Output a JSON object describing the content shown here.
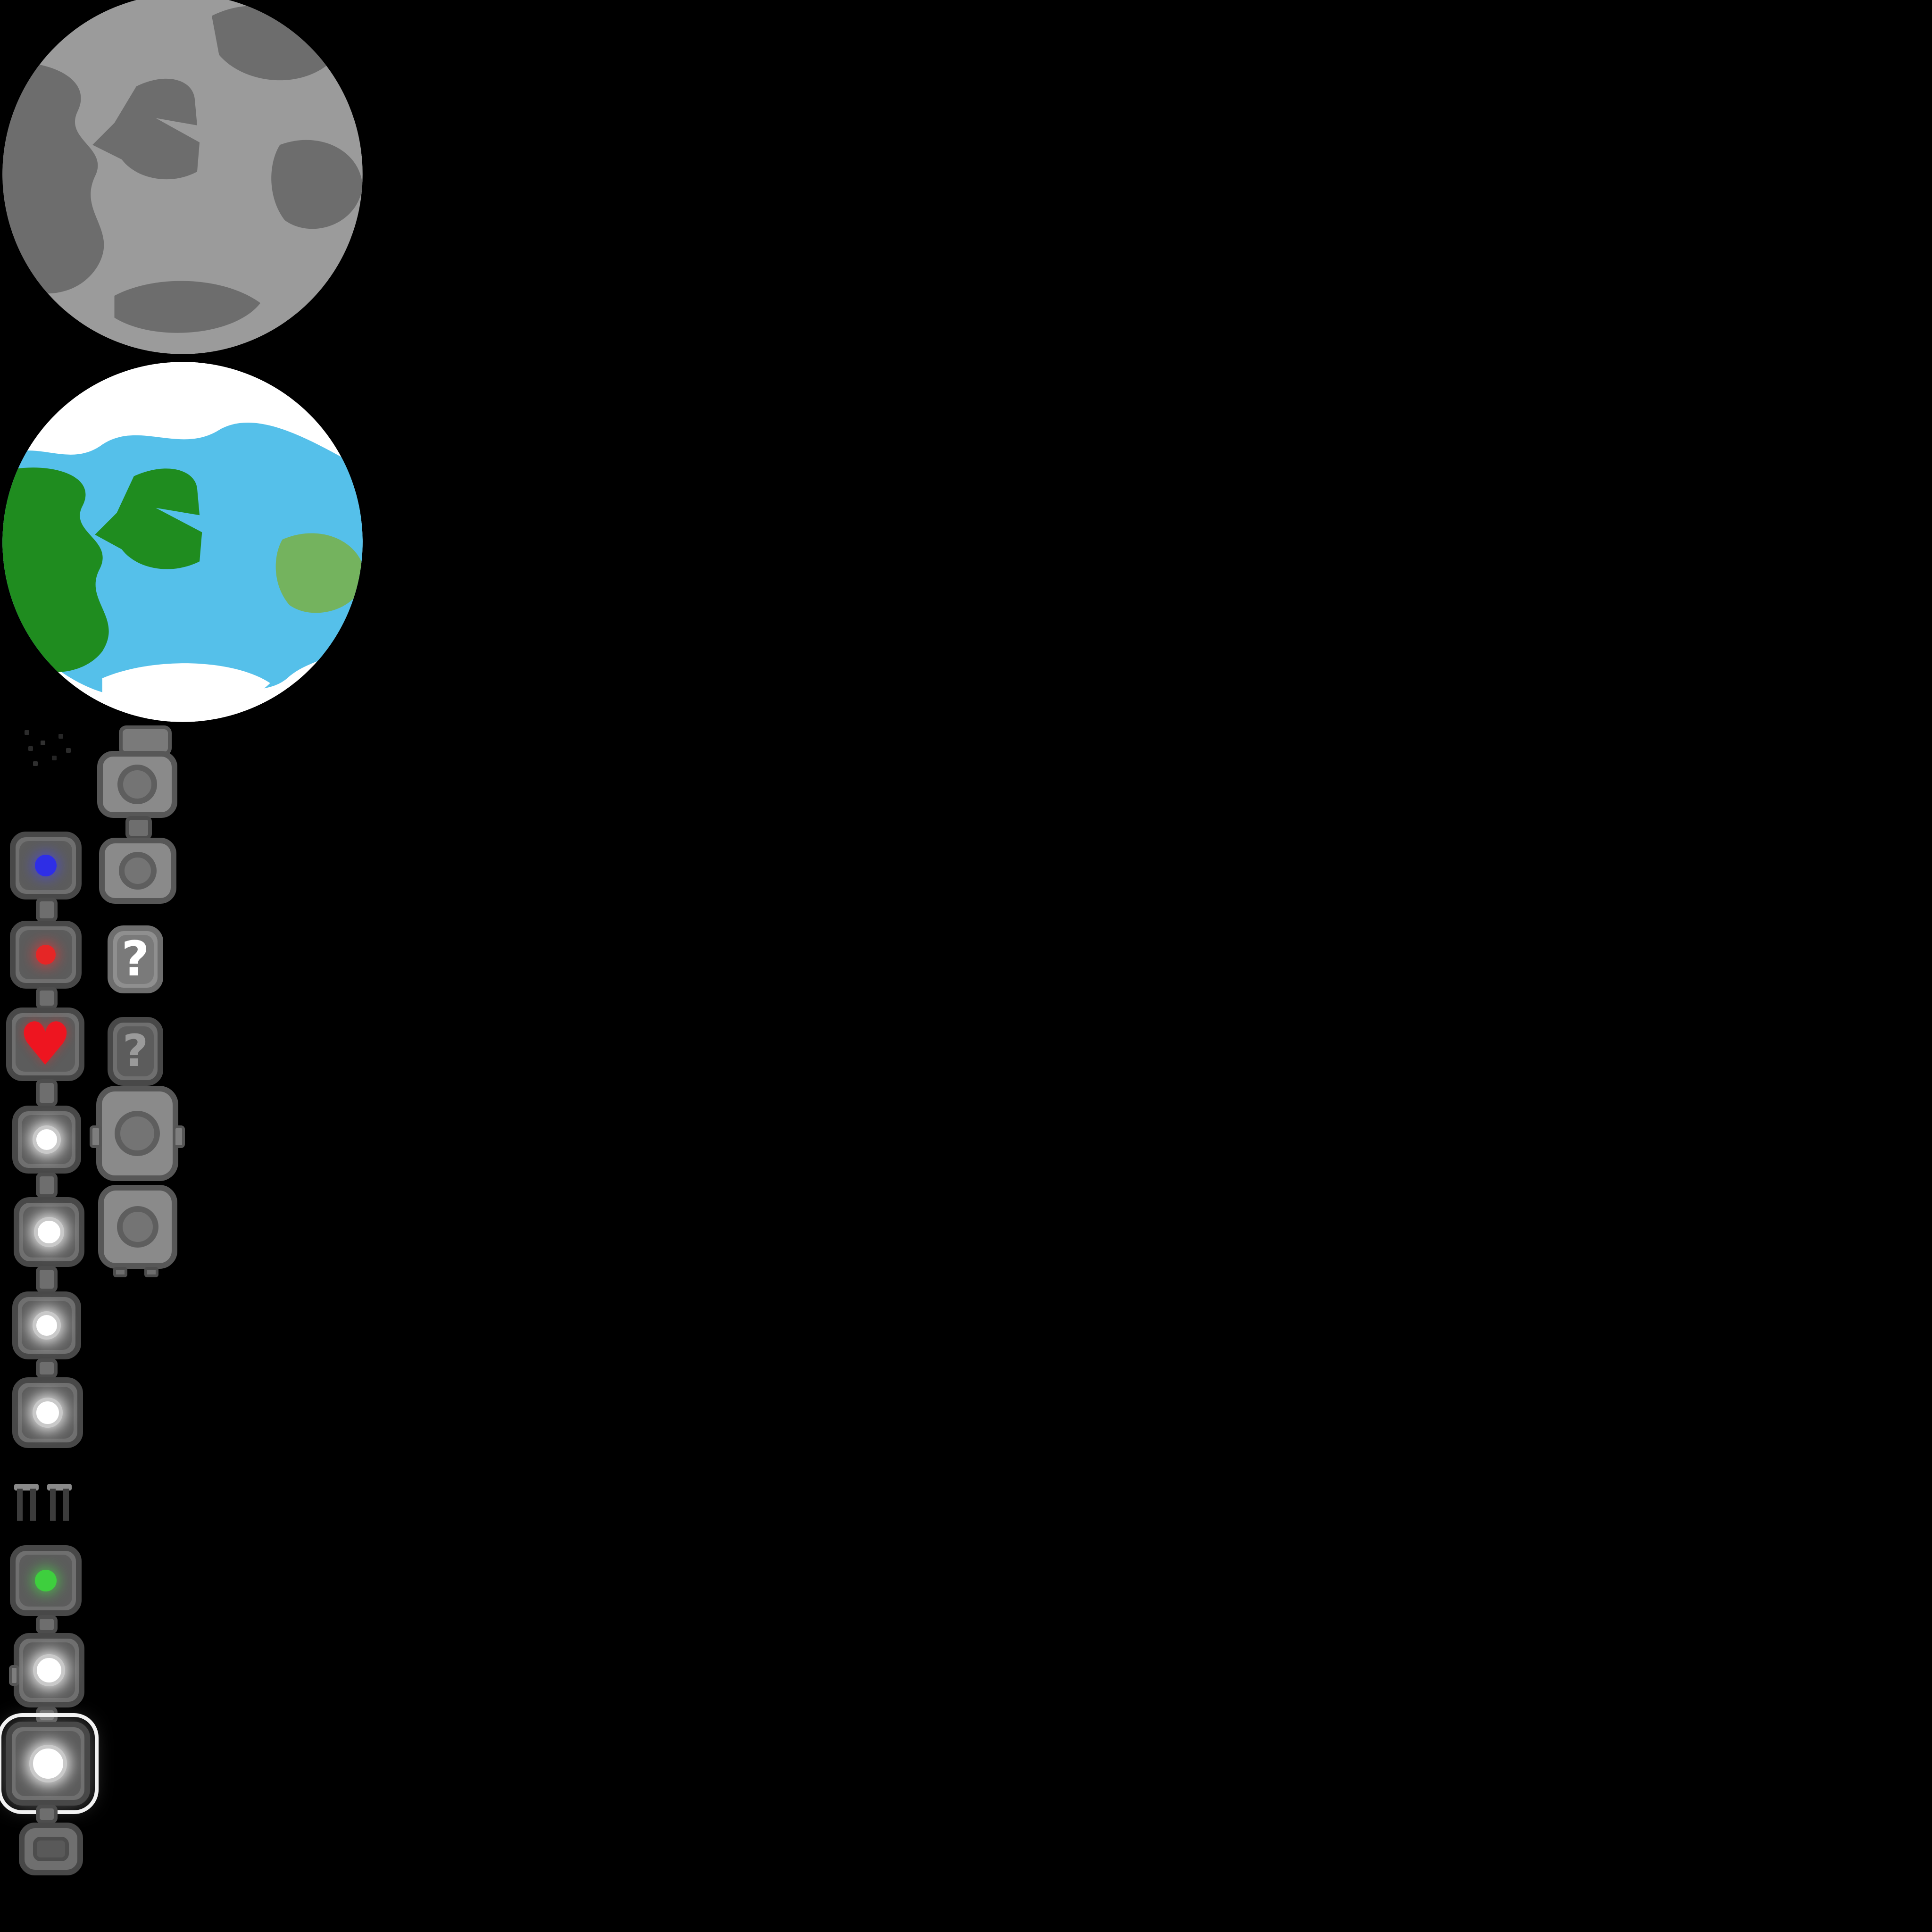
{
  "scene": {
    "background_color": "#000000"
  },
  "planets": {
    "moon": {
      "label": "gray rocky planet",
      "base_color": "#9b9b9b",
      "patch_color": "#6d6d6d"
    },
    "earth": {
      "label": "earth-like planet",
      "cap_color": "#ffffff",
      "ocean_color": "#55c0ea",
      "continent_dark_color": "#1f8c1f",
      "continent_light_color": "#74b35e"
    }
  },
  "chain": {
    "link_color": "#6e6e6e",
    "glyphs": {
      "question_bright": "?",
      "question_dim": "?",
      "heart": "♥"
    },
    "question_bright_color": "#ffffff",
    "question_dim_color": "#9a9a9a",
    "dot_colors": {
      "blue": "#2e2ee6",
      "red": "#e62626",
      "green": "#3ecf3e",
      "white": "#ffffff",
      "heart_red": "#ee1520"
    },
    "modules": [
      "socket",
      "socket",
      "blue-indicator",
      "question-bright",
      "red-indicator",
      "question-dim",
      "heart",
      "large-socket",
      "large-socket",
      "white-bulb",
      "white-bulb",
      "white-bulb",
      "white-bulb",
      "bracket",
      "green-indicator",
      "white-bulb",
      "white-bulb-selected",
      "end-cap"
    ]
  }
}
